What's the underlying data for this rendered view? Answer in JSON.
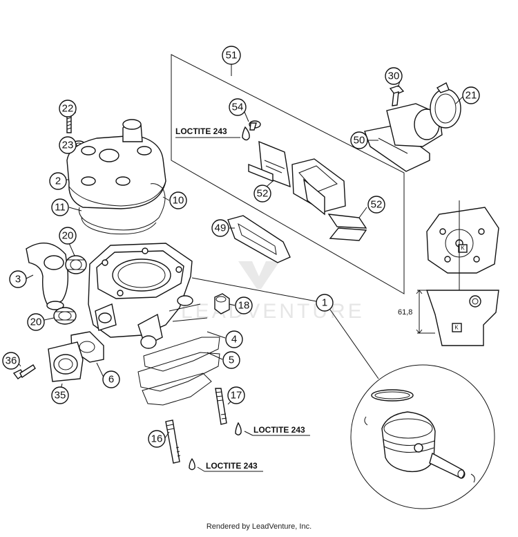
{
  "callouts": {
    "c51": "51",
    "c54": "54",
    "c30": "30",
    "c21": "21",
    "c50": "50",
    "c52a": "52",
    "c52b": "52",
    "c49": "49",
    "c22": "22",
    "c23": "23",
    "c2": "2",
    "c10": "10",
    "c11": "11",
    "c20a": "20",
    "c20b": "20",
    "c3": "3",
    "c18": "18",
    "c1": "1",
    "c4": "4",
    "c5": "5",
    "c6": "6",
    "c36": "36",
    "c35": "35",
    "c17": "17",
    "c16": "16"
  },
  "labels": {
    "loctite_top": "LOCTITE 243",
    "loctite_stud17": "LOCTITE 243",
    "loctite_stud16": "LOCTITE 243"
  },
  "dimension": {
    "value": "61,8"
  },
  "marks": {
    "k_top": "K",
    "k_bottom": "K"
  },
  "watermark": "LEADVENTURE",
  "footer": "Rendered by LeadVenture, Inc."
}
